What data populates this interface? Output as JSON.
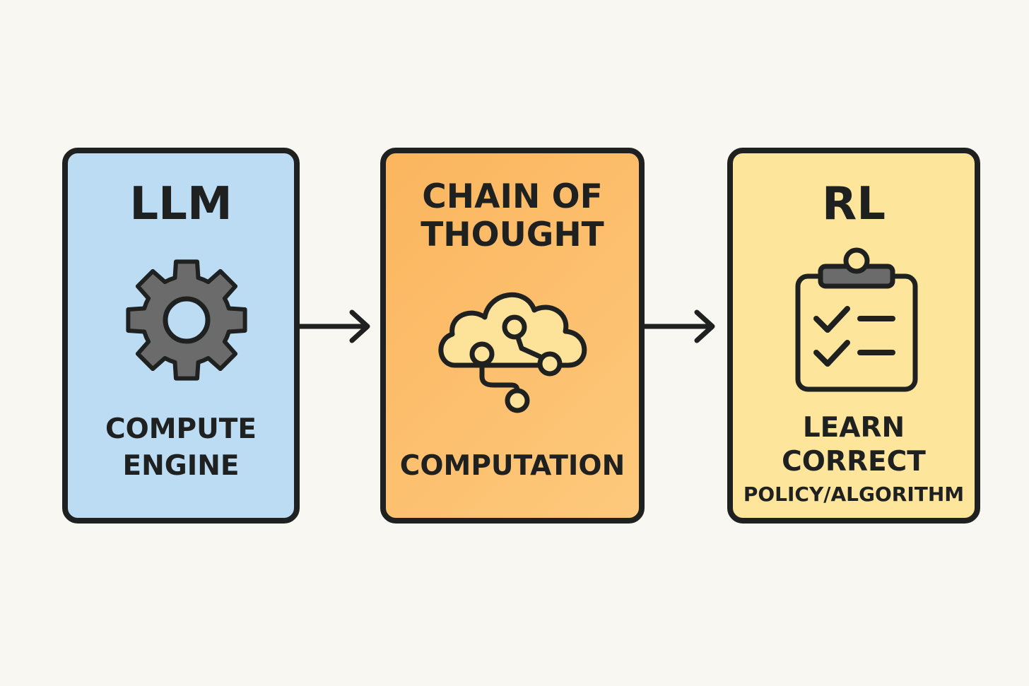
{
  "background": "#f9f7f2",
  "stroke_color": "#1f2121",
  "steps": [
    {
      "title": "LLM",
      "icon": "gear-icon",
      "caption_lines": [
        "COMPUTE",
        "ENGINE"
      ],
      "fill": "#bcdcf3"
    },
    {
      "title_lines": [
        "CHAIN OF",
        "THOUGHT"
      ],
      "icon": "cloud-network-icon",
      "caption": "COMPUTATION",
      "fill_from": "#fbb55e",
      "fill_to": "#fdc97c"
    },
    {
      "title": "RL",
      "icon": "clipboard-checklist-icon",
      "caption_lines": [
        "LEARN",
        "CORRECT"
      ],
      "caption_small": "POLICY/ALGORITHM",
      "fill": "#fde59c"
    }
  ],
  "connectors": [
    "arrow-right-icon",
    "arrow-right-icon"
  ]
}
